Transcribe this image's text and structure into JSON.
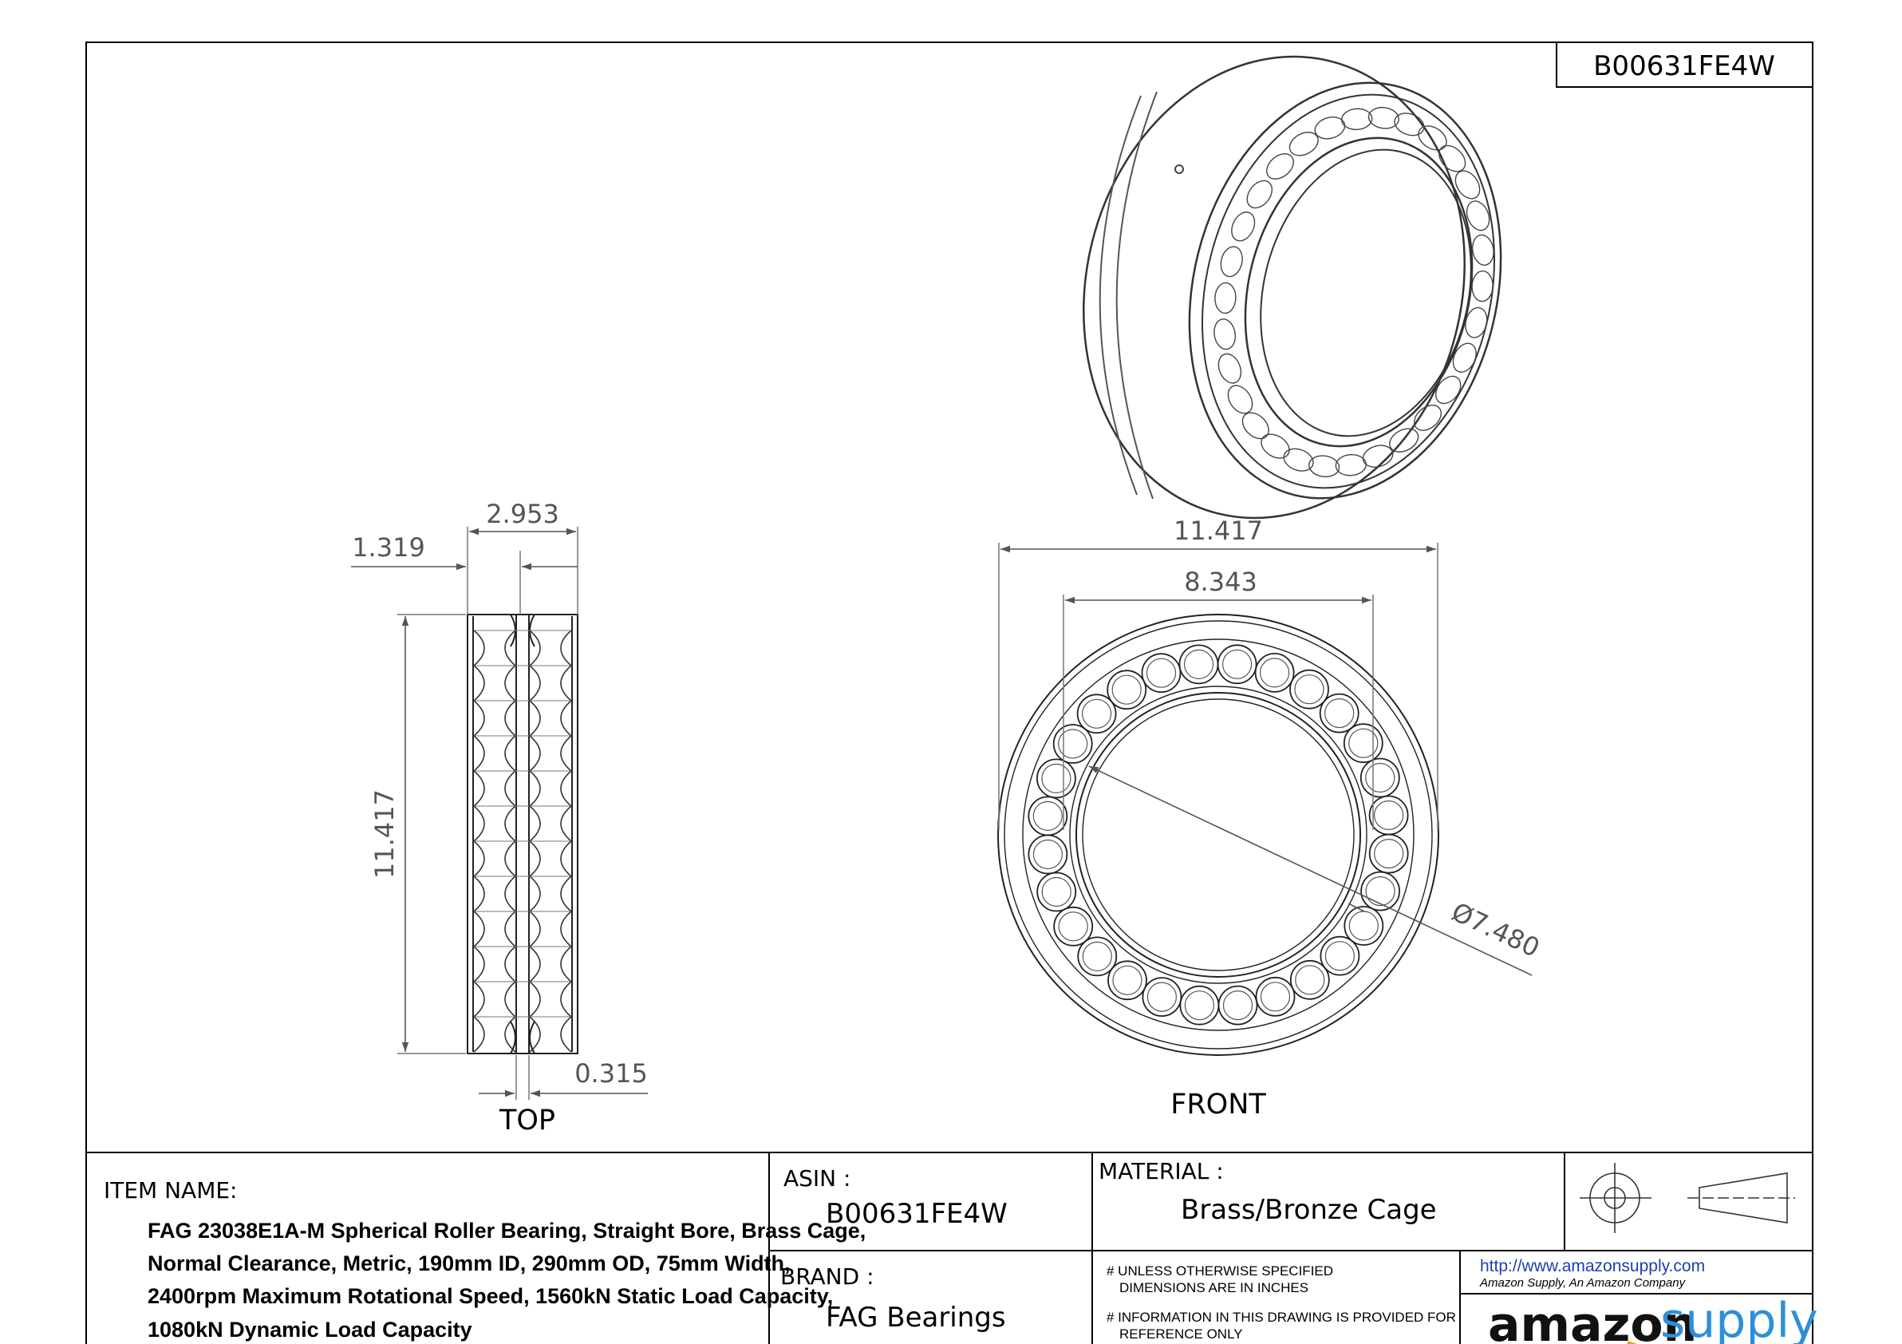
{
  "title_block": {
    "top_asin": "B00631FE4W",
    "item_name_label": "ITEM NAME:",
    "item_name_lines": [
      "FAG 23038E1A-M Spherical Roller Bearing, Straight Bore, Brass Cage,",
      "Normal Clearance, Metric, 190mm ID, 290mm OD, 75mm Width,",
      "2400rpm Maximum Rotational Speed, 1560kN Static Load Capacity,",
      "1080kN Dynamic Load Capacity"
    ],
    "asin_label": "ASIN :",
    "asin_value": "B00631FE4W",
    "brand_label": "BRAND :",
    "brand_value": "FAG Bearings",
    "material_label": "MATERIAL :",
    "material_value": "Brass/Bronze Cage",
    "note1_line1": "# UNLESS OTHERWISE SPECIFIED",
    "note1_line2": "DIMENSIONS ARE IN INCHES",
    "note2_line1": "# INFORMATION IN THIS DRAWING IS PROVIDED FOR",
    "note2_line2": "REFERENCE ONLY",
    "url": "http://www.amazonsupply.com",
    "company": "Amazon Supply, An Amazon Company",
    "logo_word1": "amazon",
    "logo_word2": "supply"
  },
  "views": {
    "top_label": "TOP",
    "front_label": "FRONT"
  },
  "dimensions": {
    "top_width": "2.953",
    "top_offset": "1.319",
    "top_height": "11.417",
    "top_groove": "0.315",
    "front_outer": "11.417",
    "front_pitch": "8.343",
    "front_bore": "Ø7.480"
  },
  "colors": {
    "line": "#000000",
    "dimension": "#555555",
    "url": "#1f3fb0",
    "supply": "#2e8fd8"
  }
}
